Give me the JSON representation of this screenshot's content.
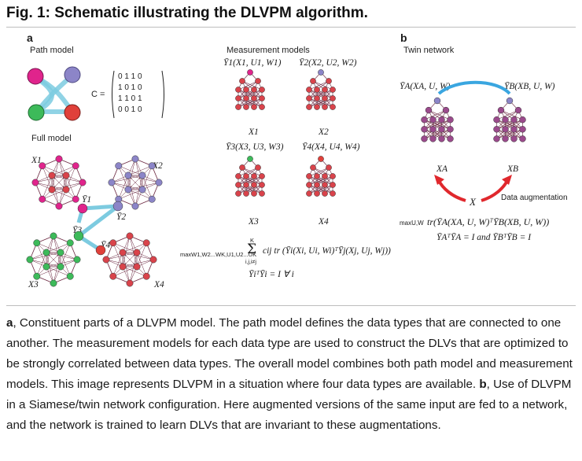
{
  "figure": {
    "title": "Fig. 1: Schematic illustrating the DLVPM algorithm.",
    "panel_a_letter": "a",
    "panel_b_letter": "b",
    "path_model_label": "Path model",
    "full_model_label": "Full model",
    "measurement_models_label": "Measurement models",
    "twin_network_label": "Twin network",
    "matrix_label": "C =",
    "matrix_rows": [
      "0 1 1 0",
      "1 0 1 0",
      "1 1 0 1",
      "0 0 1 0"
    ],
    "mm_top_left": "Ȳ1(X1, U1, W1)",
    "mm_top_right": "Ȳ2(X2, U2, W2)",
    "mm_mid_left": "Ȳ3(X3, U3, W3)",
    "mm_mid_right": "Ȳ4(X4, U4, W4)",
    "mm_x1": "X1",
    "mm_x2": "X2",
    "mm_x3": "X3",
    "mm_x4": "X4",
    "full_x1": "X1",
    "full_x2": "X2",
    "full_x3": "X3",
    "full_x4": "X4",
    "full_y1": "Ȳ1",
    "full_y2": "Ȳ2",
    "full_y3": "Ȳ3",
    "full_y4": "Ȳ4",
    "objective_a_prefix": "maxW1,W2...WK,U1,U2...UK",
    "objective_a_sum": "Σ",
    "objective_a_sum_top": "K",
    "objective_a_sum_bottom": "i,j,i≠j",
    "objective_a_body": "cij tr (Ȳi(Xi, Ui, Wi)ᵀȲj(Xj, Uj, Wj))",
    "constraint_a": "ȲiᵀȲi = I ∀ i",
    "twin_ya": "ȲA(XA, U, W)",
    "twin_yb": "ȲB(XB, U, W)",
    "twin_xa": "XA",
    "twin_xb": "XB",
    "twin_x": "X",
    "data_augmentation": "Data augmentation",
    "objective_b_prefix": "maxU,W",
    "objective_b_body": "tr(ȲA(XA, U, W)ᵀȲB(XB, U, W))",
    "constraint_b": "ȲAᵀȲA = I and ȲBᵀȲB = I",
    "colors": {
      "pink": "#e0248c",
      "purple": "#8c85c8",
      "green": "#3dba5a",
      "red": "#e0403a",
      "node_purple": "#9b4a8c",
      "network_red": "#d9434b",
      "edge": "#6b2740",
      "link": "#7dcbe0",
      "twin_link": "#3aa6e0",
      "arrow": "#e0282d"
    }
  },
  "caption": {
    "a_letter": "a",
    "a_text": ", Constituent parts of a DLVPM model. The path model defines the data types that are connected to one another. The measurement models for each data type are used to construct the DLVs that are optimized to be strongly correlated between data types. The overall model combines both path model and measurement models. This image represents DLVPM in a situation where four data types are available.",
    "b_letter": "b",
    "b_text": ", Use of DLVPM in a Siamese/twin network configuration. Here augmented versions of the same input are fed to a network, and the network is trained to learn DLVs that are invariant to these augmentations."
  }
}
